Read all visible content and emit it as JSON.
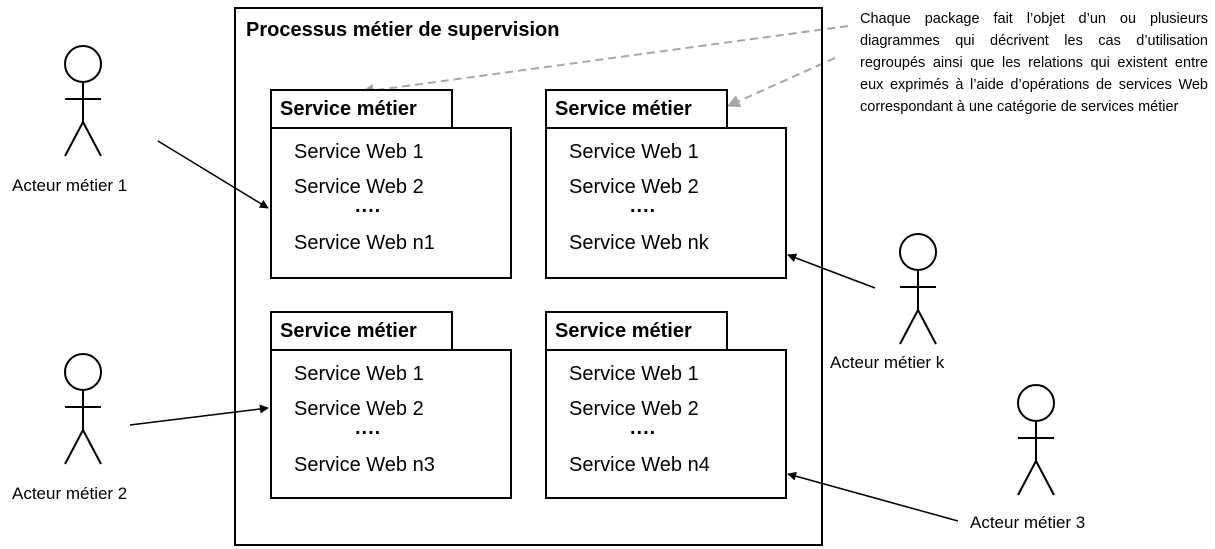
{
  "process": {
    "title": "Processus métier de supervision"
  },
  "packages": [
    {
      "tab": "Service métier",
      "services": [
        "Service Web 1",
        "Service Web 2"
      ],
      "dots": "....",
      "last": "Service Web n1"
    },
    {
      "tab": "Service métier",
      "services": [
        "Service Web 1",
        "Service Web 2"
      ],
      "dots": "....",
      "last": "Service Web nk"
    },
    {
      "tab": "Service métier",
      "services": [
        "Service Web 1",
        "Service Web 2"
      ],
      "dots": "....",
      "last": "Service Web n3"
    },
    {
      "tab": "Service métier",
      "services": [
        "Service Web 1",
        "Service Web 2"
      ],
      "dots": "....",
      "last": "Service Web n4"
    }
  ],
  "actors": [
    {
      "label": "Acteur métier 1"
    },
    {
      "label": "Acteur métier 2"
    },
    {
      "label": "Acteur métier k"
    },
    {
      "label": "Acteur métier 3"
    }
  ],
  "note": {
    "text": "Chaque package fait l’objet d’un ou plusieurs diagrammes qui décrivent les cas d’utilisation regroupés ainsi que les relations qui existent entre eux exprimés à l’aide d’opérations de services Web correspondant à une catégorie de services métier"
  },
  "colors": {
    "line": "#000000",
    "note_arrow": "#a6a6a6"
  }
}
